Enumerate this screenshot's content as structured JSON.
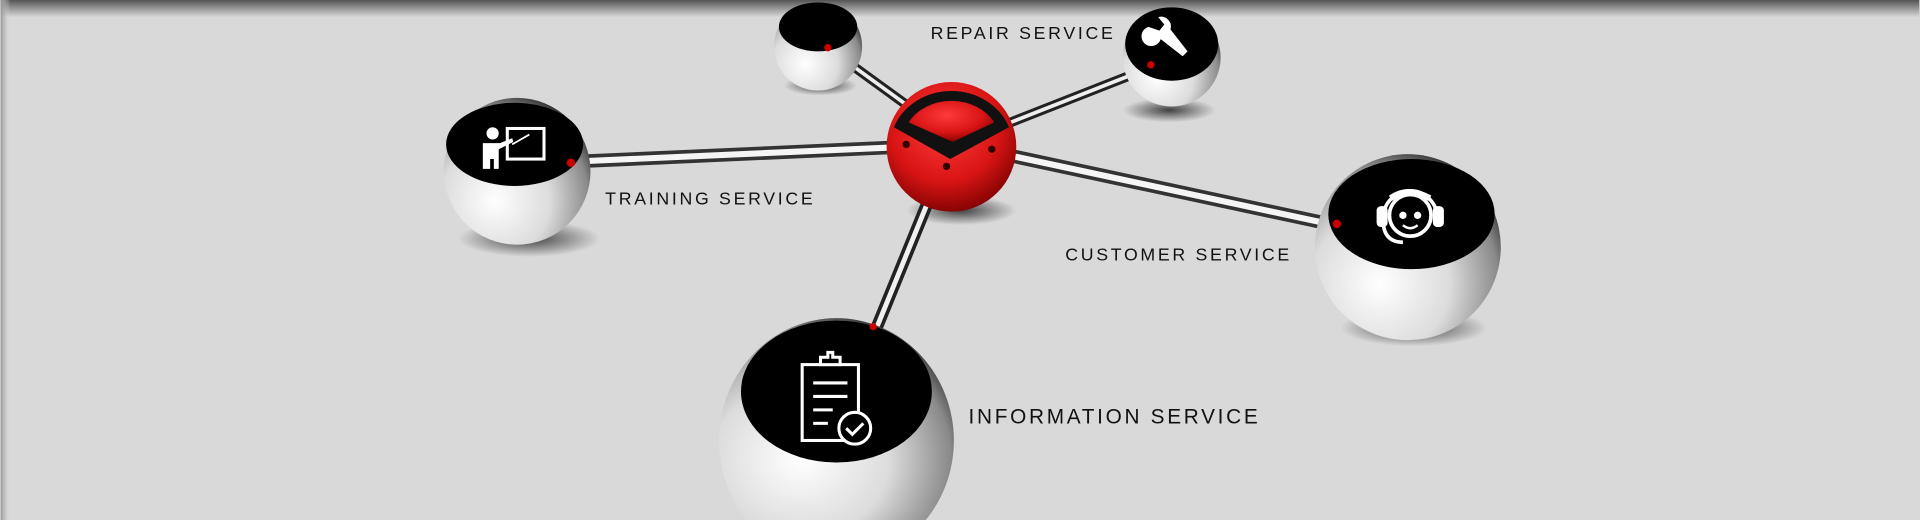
{
  "services": {
    "repair": "REPAIR SERVICE",
    "training": "TRAINING SERVICE",
    "customer": "CUSTOMER SERVICE",
    "information": "INFORMATION SERVICE"
  },
  "colors": {
    "background": "#d9d9d9",
    "hub": "#e01b1b",
    "node": "#000000"
  },
  "icons": [
    "presenter-icon",
    "wrench-icon",
    "headset-agent-icon",
    "clipboard-check-icon"
  ]
}
